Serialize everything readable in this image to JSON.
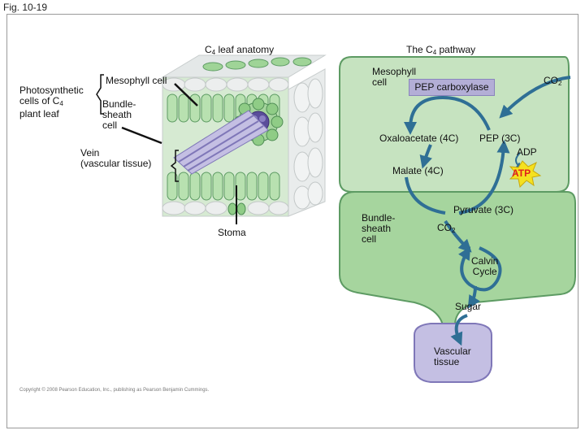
{
  "fig_label": "Fig. 10-19",
  "anatomy": {
    "title_main": "C",
    "title_sub": "4",
    "title_rest": " leaf anatomy",
    "photosynthetic_line1": "Photosynthetic",
    "photosynthetic_line2_main": "cells of C",
    "photosynthetic_line2_sub": "4",
    "photosynthetic_line3": "plant leaf",
    "mesophyll_cell": "Mesophyll cell",
    "bundle_sheath_line1": "Bundle-",
    "bundle_sheath_line2": "sheath",
    "bundle_sheath_line3": "cell",
    "vein_line1": "Vein",
    "vein_line2": "(vascular tissue)",
    "stoma": "Stoma"
  },
  "pathway": {
    "title_main": "The C",
    "title_sub": "4",
    "title_rest": " pathway",
    "mesophyll_line1": "Mesophyll",
    "mesophyll_line2": "cell",
    "pep_carboxylase": "PEP carboxylase",
    "co2_top_main": "CO",
    "co2_top_sub": "2",
    "oxaloacetate": "Oxaloacetate (4C)",
    "pep": "PEP (3C)",
    "adp": "ADP",
    "atp": "ATP",
    "malate": "Malate (4C)",
    "bundle_line1": "Bundle-",
    "bundle_line2": "sheath",
    "bundle_line3": "cell",
    "pyruvate": "Pyruvate (3C)",
    "co2_mid_main": "CO",
    "co2_mid_sub": "2",
    "calvin_line1": "Calvin",
    "calvin_line2": "Cycle",
    "sugar": "Sugar",
    "vascular_line1": "Vascular",
    "vascular_line2": "tissue"
  },
  "copyright": "Copyright © 2008 Pearson Education, Inc., publishing as Pearson Benjamin Cummings.",
  "colors": {
    "mesophyll_fill": "#c6e3c0",
    "bundle_sheath_fill": "#a6d59e",
    "cell_outline": "#5d9b63",
    "vascular_fill": "#c4bfe3",
    "vascular_outline": "#7f77b8",
    "arrow": "#2f6f95",
    "atp_star": "#f5e11f",
    "atp_text": "#e0211d",
    "pep_box": "#b3aed6"
  }
}
